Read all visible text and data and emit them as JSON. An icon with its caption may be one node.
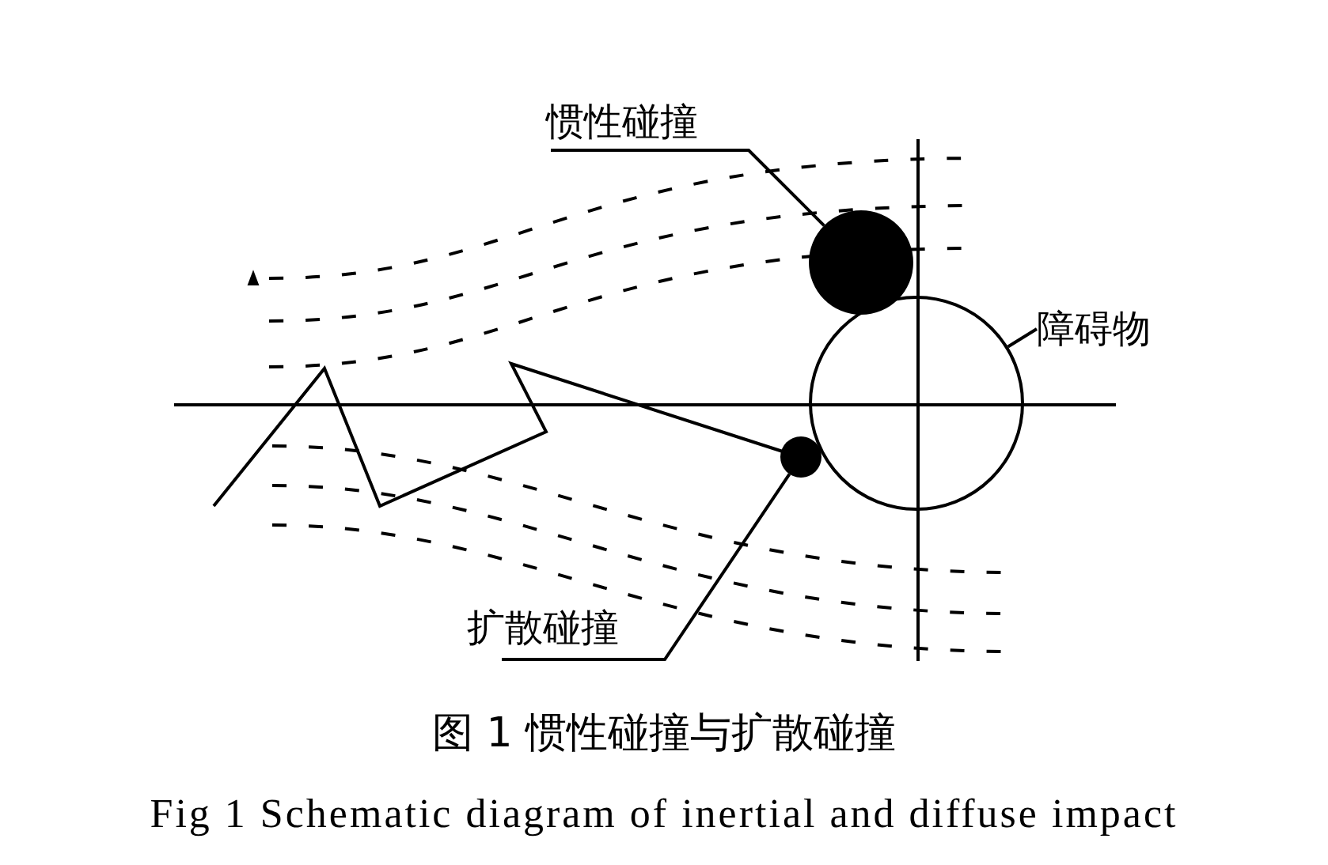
{
  "diagram": {
    "caption": "图 1 惯性碰撞与扩散碰撞",
    "nodes": [
      {
        "text": [
          "惯性碰撞"
        ]
      },
      {
        "text": [],
        "shape": "circle"
      },
      {
        "text": [
          "障碍物"
        ]
      },
      {
        "text": [],
        "shape": "circle"
      },
      {
        "text": [
          "扩散碰撞"
        ]
      },
      {
        "text": [],
        "shape": "circle"
      }
    ],
    "edges": [
      {
        "from": 0,
        "to": 1,
        "arrow": "none"
      },
      {
        "from": 2,
        "to": 3,
        "arrow": "none"
      },
      {
        "from": 4,
        "to": 5,
        "arrow": "none"
      }
    ],
    "labels": [
      "Fig 1 Schematic diagram of inertial and diffuse impact"
    ]
  }
}
